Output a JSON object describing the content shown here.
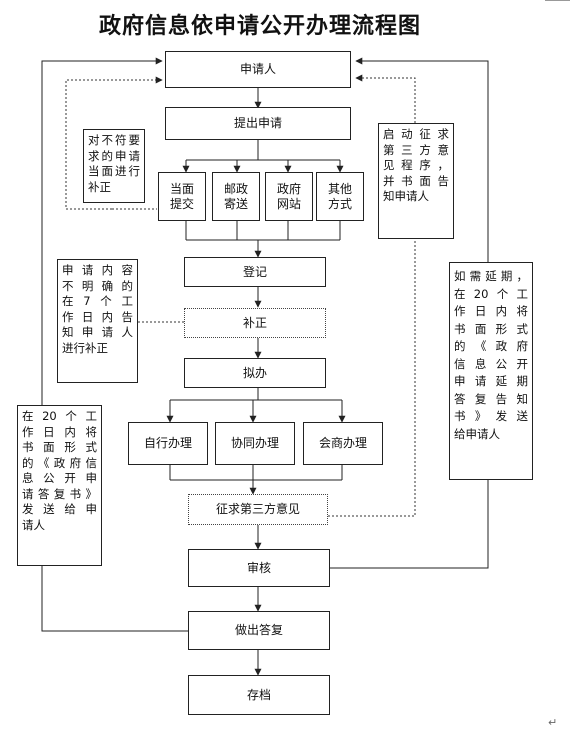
{
  "title": "政府信息依申请公开办理流程图",
  "nodes": {
    "applicant": "申请人",
    "submit": "提出申请",
    "channels": [
      "当面\n提交",
      "邮政\n寄送",
      "政府\n网站",
      "其他\n方式"
    ],
    "register": "登记",
    "supplement": "补正",
    "draft": "拟办",
    "process_modes": [
      "自行办理",
      "协同办理",
      "会商办理"
    ],
    "third_party": "征求第三方意见",
    "review": "审核",
    "reply": "做出答复",
    "archive": "存档"
  },
  "notes": {
    "nonconforming": [
      "对不符要",
      "求的申请",
      "当面进行",
      "补正"
    ],
    "unclear": [
      "申请内容",
      "不明确的",
      "在7个工",
      "作日内告",
      "知申请人",
      "进行补正"
    ],
    "reply_within": [
      "在20个工",
      "作日内将",
      "书面形式",
      "的《政府信",
      "息公开申",
      "请答复书》",
      "发送给申",
      "请人"
    ],
    "third_party_notice": [
      "启动征求",
      "第三方意",
      "见程序，",
      "并书面告",
      "知申请人"
    ],
    "extension": [
      "如需延期，",
      "在20个工",
      "作日内将",
      "书面形式",
      "的《政府",
      "信息公开",
      "申请延期",
      "答复告知",
      "书》发送",
      "给申请人"
    ]
  },
  "corner_mark": "↵"
}
